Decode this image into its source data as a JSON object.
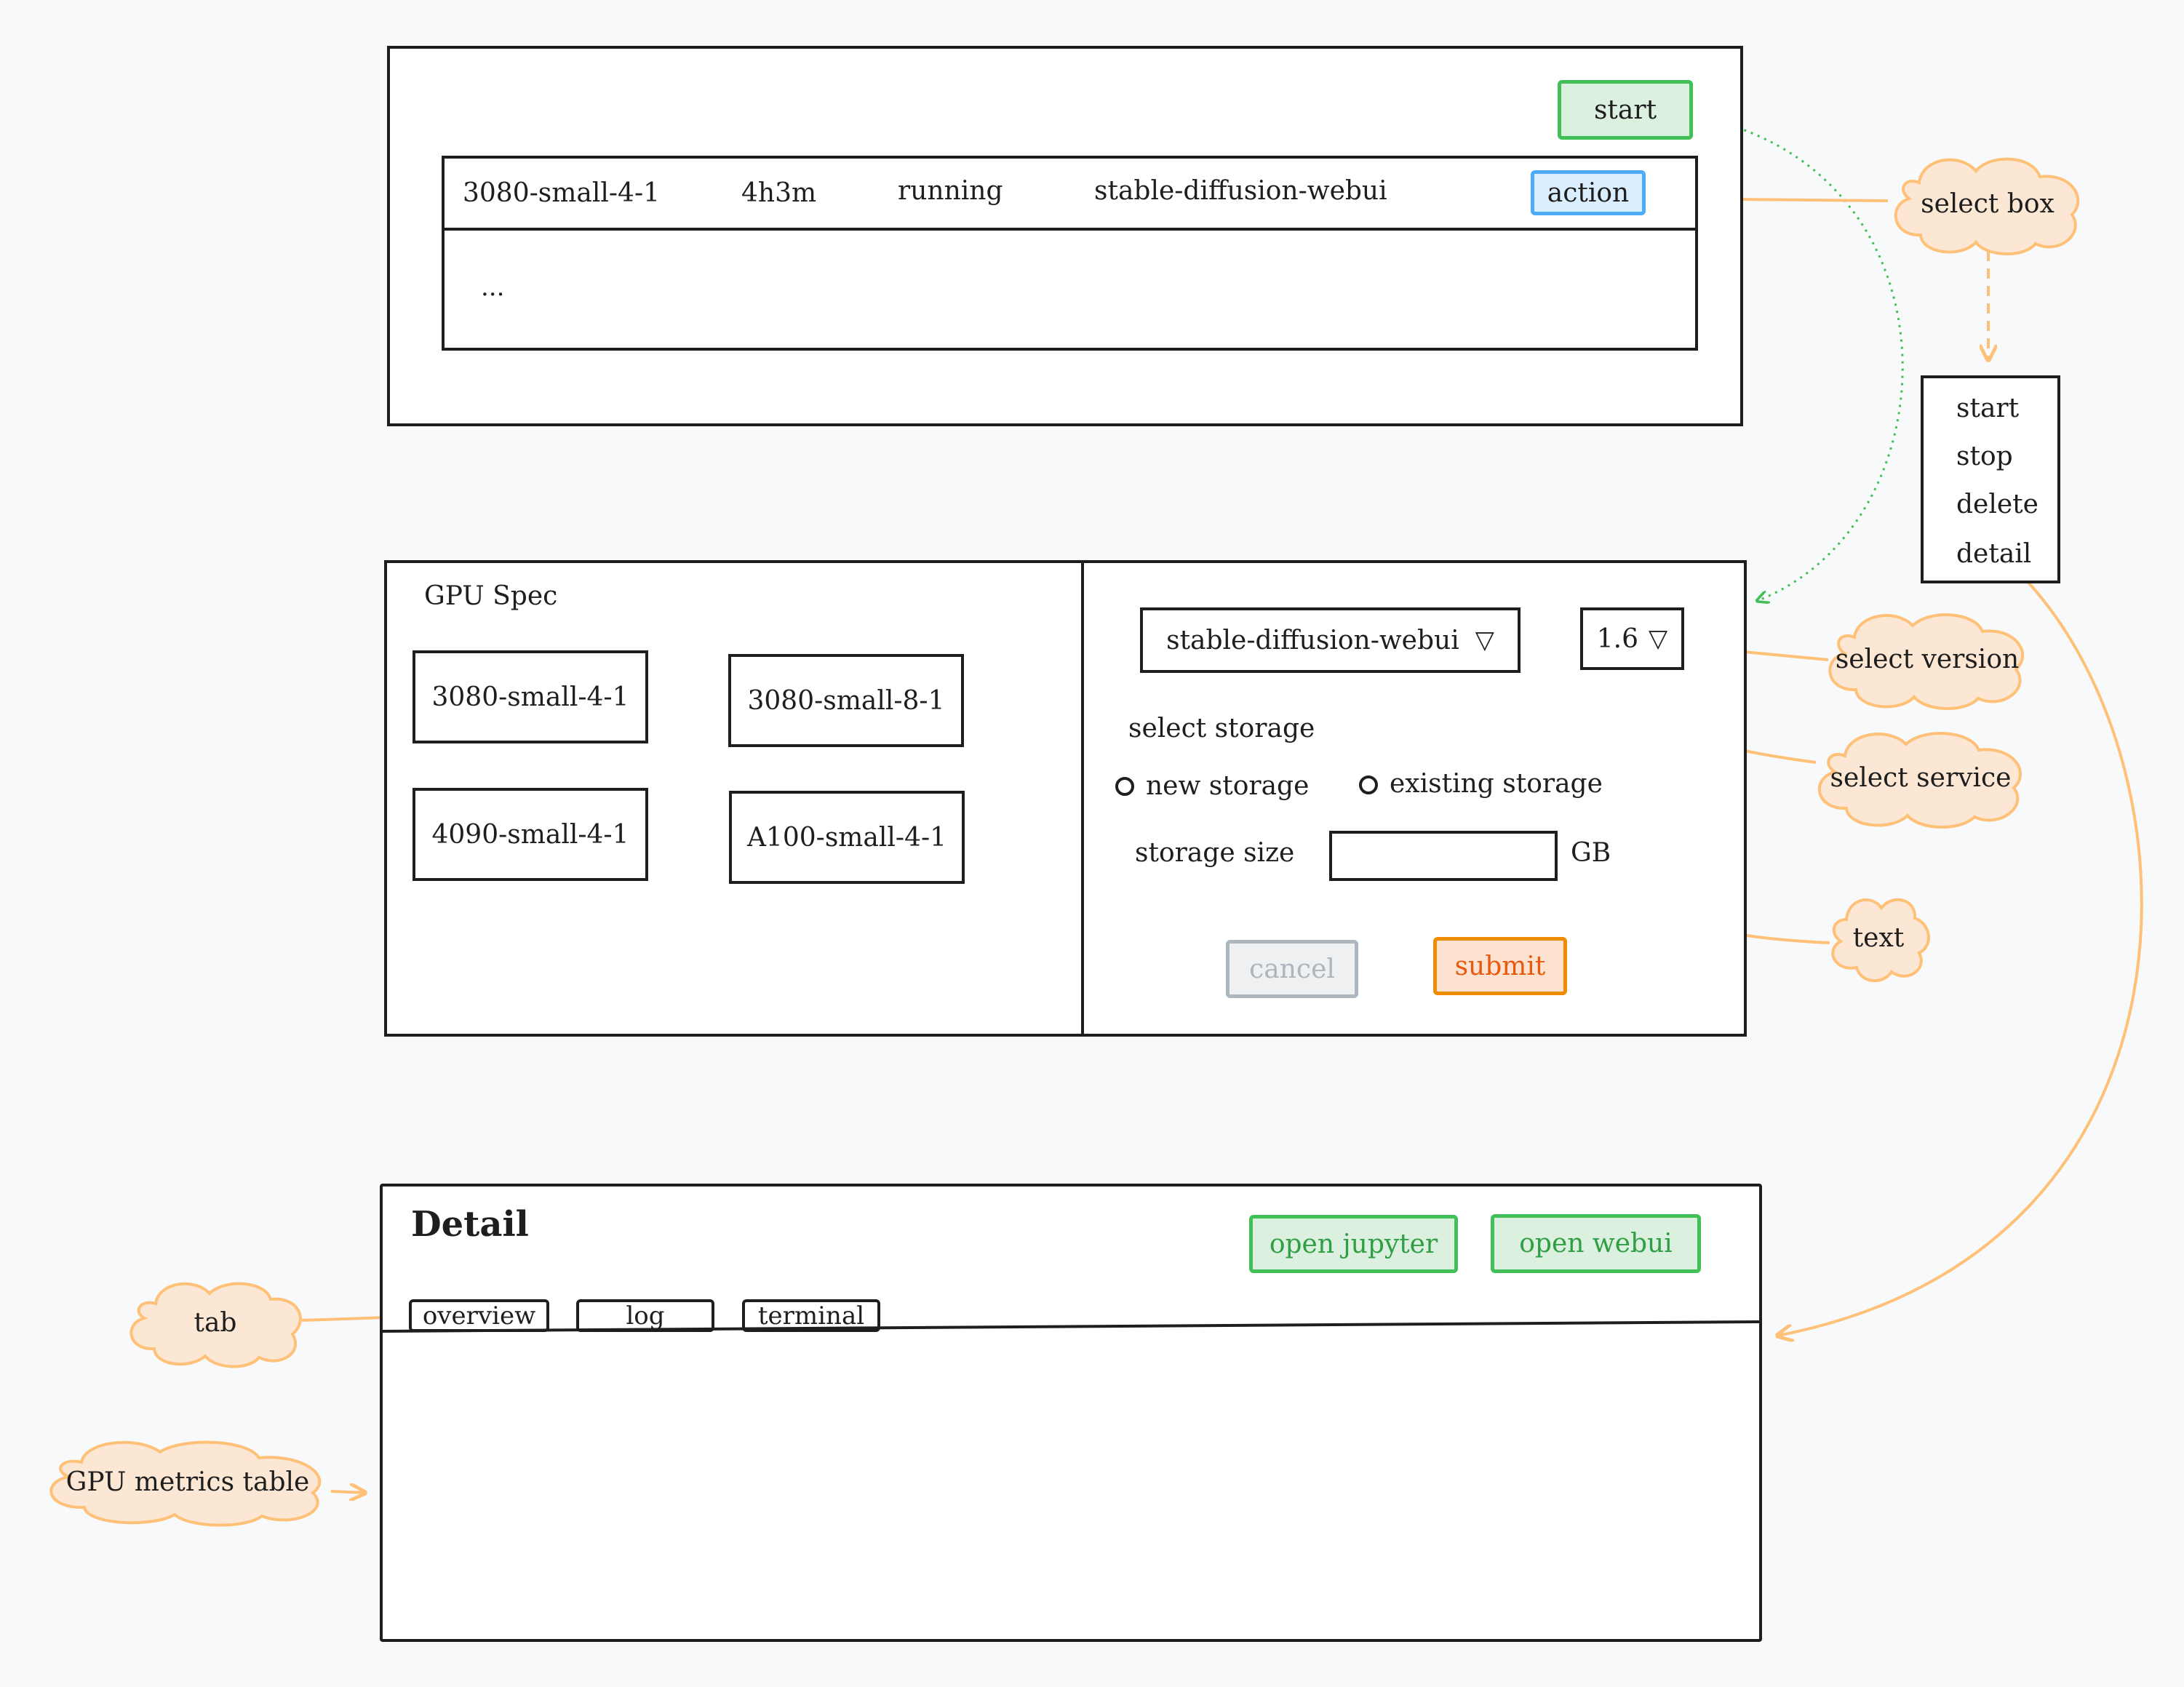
{
  "instance_list": {
    "start_label": "start",
    "row": {
      "name": "3080-small-4-1",
      "duration": "4h3m",
      "status": "running",
      "service": "stable-diffusion-webui",
      "action_label": "action"
    },
    "more_label": "..."
  },
  "action_menu": {
    "items": [
      "start",
      "stop",
      "delete",
      "detail"
    ]
  },
  "create_form": {
    "gpu_spec_title": "GPU Spec",
    "gpu_specs": [
      "3080-small-4-1",
      "3080-small-8-1",
      "4090-small-4-1",
      "A100-small-4-1"
    ],
    "service_select": "stable-diffusion-webui",
    "version_select": "1.6",
    "storage_title": "select storage",
    "storage_options": [
      "new storage",
      "existing storage"
    ],
    "storage_size_label": "storage size",
    "storage_size_value": "",
    "storage_unit": "GB",
    "cancel_label": "cancel",
    "submit_label": "submit"
  },
  "detail": {
    "title": "Detail",
    "open_jupyter_label": "open jupyter",
    "open_webui_label": "open webui",
    "tabs": [
      "overview",
      "log",
      "terminal"
    ]
  },
  "annotations": {
    "select_box": "select box",
    "select_version": "select version",
    "select_service": "select service",
    "text": "text",
    "tab": "tab",
    "gpu_metrics_table": "GPU metrics table"
  },
  "colors": {
    "annotation_fill": "#fbe7d3",
    "annotation_stroke": "#ffc078",
    "green_flow": "#40c057",
    "stroke": "#1e1e1e"
  },
  "icons": {
    "dropdown": "triangle-down-icon",
    "radio": "radio-empty-icon"
  }
}
